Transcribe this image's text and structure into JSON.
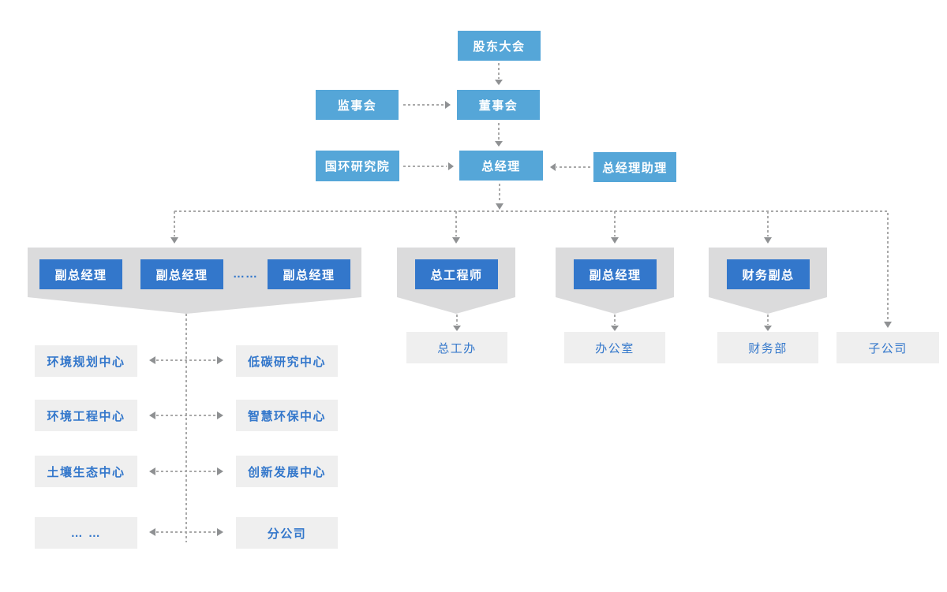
{
  "nodes": {
    "shareholders_meeting": "股东大会",
    "supervisory_board": "监事会",
    "board_of_directors": "董事会",
    "research_institute": "国环研究院",
    "general_manager": "总经理",
    "gm_assistant": "总经理助理",
    "deputy_gm_1": "副总经理",
    "deputy_gm_2": "副总经理",
    "deputy_gm_ellipsis": "……",
    "deputy_gm_3": "副总经理",
    "chief_engineer": "总工程师",
    "deputy_gm_admin": "副总经理",
    "finance_deputy": "财务副总",
    "chief_engineer_office": "总工办",
    "admin_office": "办公室",
    "finance_dept": "财务部",
    "subsidiary": "子公司"
  },
  "left_centers": [
    "环境规划中心",
    "环境工程中心",
    "土壤生态中心",
    "… …"
  ],
  "right_centers": [
    "低碳研究中心",
    "智慧环保中心",
    "创新发展中心",
    "分公司"
  ],
  "colors": {
    "light_blue": "#55a6d8",
    "dark_blue": "#3377cb",
    "banner_gray": "#dbdbdc",
    "box_gray": "#efefef",
    "text_blue": "#3377cb",
    "connector_gray": "#a9a9a9",
    "arrow_gray": "#8f9193"
  }
}
